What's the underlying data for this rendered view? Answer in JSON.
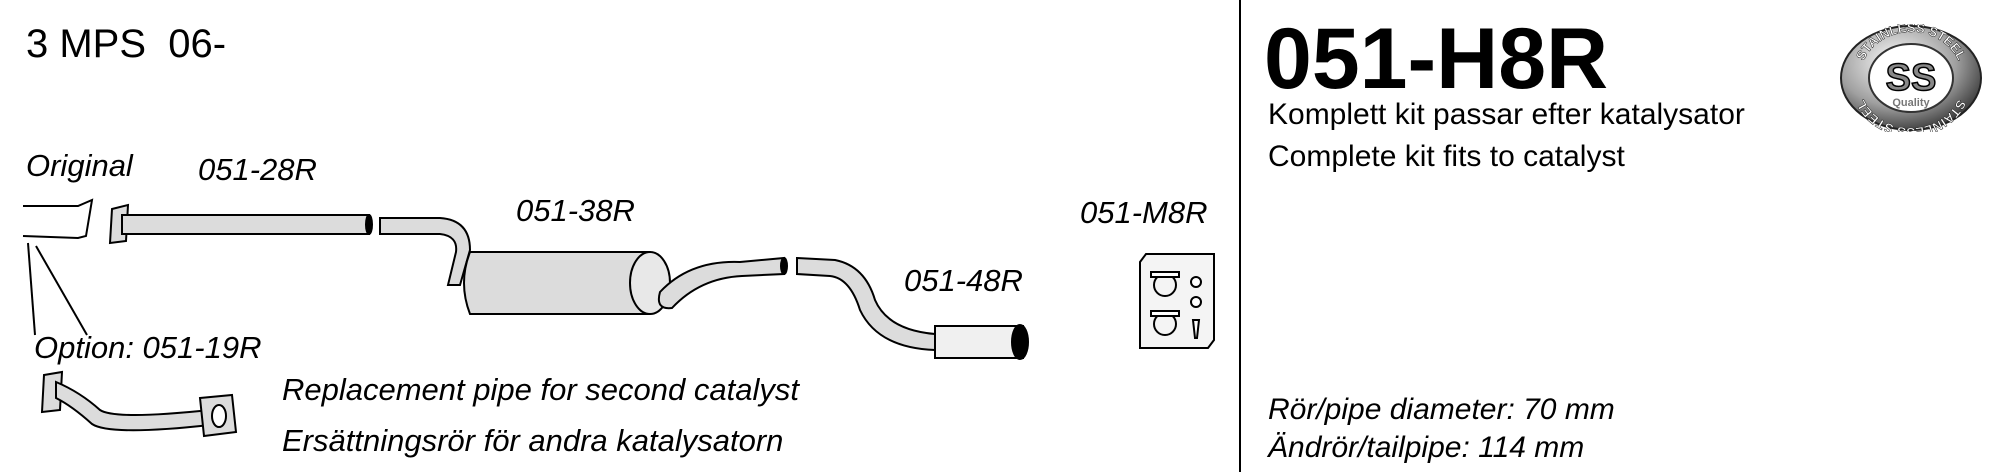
{
  "model": "3 MPS  06-",
  "labels": {
    "original": "Original",
    "part_front": "051-28R",
    "part_middle": "051-38R",
    "part_rear": "051-48R",
    "part_mounting": "051-M8R",
    "option": "Option: 051-19R"
  },
  "option_description": {
    "en": "Replacement pipe for second catalyst",
    "sv": "Ersättningsrör för andra katalysatorn"
  },
  "kit": {
    "code": "051-H8R",
    "desc_sv": "Komplett kit passar efter katalysator",
    "desc_en": "Complete kit fits to catalyst",
    "pipe_diameter": "Rör/pipe diameter: 70 mm",
    "tailpipe": "Ändrör/tailpipe: 114 mm"
  },
  "logo": {
    "ring_text_top": "STAINLESS STEEL",
    "ring_text_bottom": "STAINLESS STEEL",
    "center": "SS",
    "sub": "Quality"
  },
  "colors": {
    "pipe": "#dcdcdc",
    "outline": "#000000"
  }
}
